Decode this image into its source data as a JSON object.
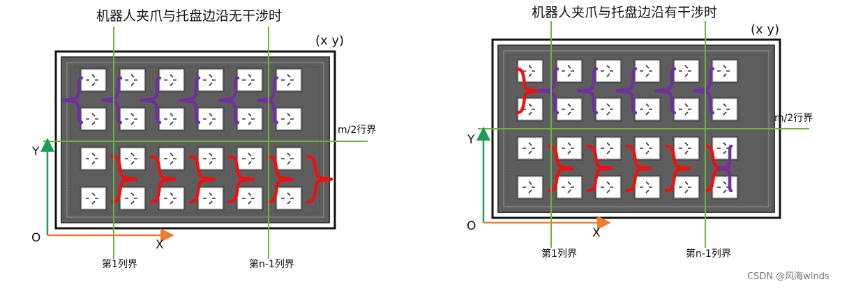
{
  "panels": [
    {
      "title": "机器人夹爪与托盘边沿无干涉时",
      "corner_label": "(x y)",
      "row_boundary_label": "m/2行界",
      "col_boundary_first": "第1列界",
      "col_boundary_last": "第n-1列界",
      "axis_y": "Y",
      "axis_x": "X",
      "origin": "O"
    },
    {
      "title": "机器人夹爪与托盘边沿有干涉时",
      "corner_label": "(x y)",
      "row_boundary_label": "m/2行界",
      "col_boundary_first": "第1列界",
      "col_boundary_last": "第n-1列界",
      "axis_y": "Y",
      "axis_x": "X",
      "origin": "O"
    }
  ],
  "watermark": "CSDN @风海winds",
  "colors": {
    "boundary_line": "#6db33f",
    "axis_y": "#1f9a57",
    "axis_x": "#ed7d31",
    "path_upper": "#7030a0",
    "path_lower": "#ee1111",
    "tray": "#5e5e5e"
  }
}
